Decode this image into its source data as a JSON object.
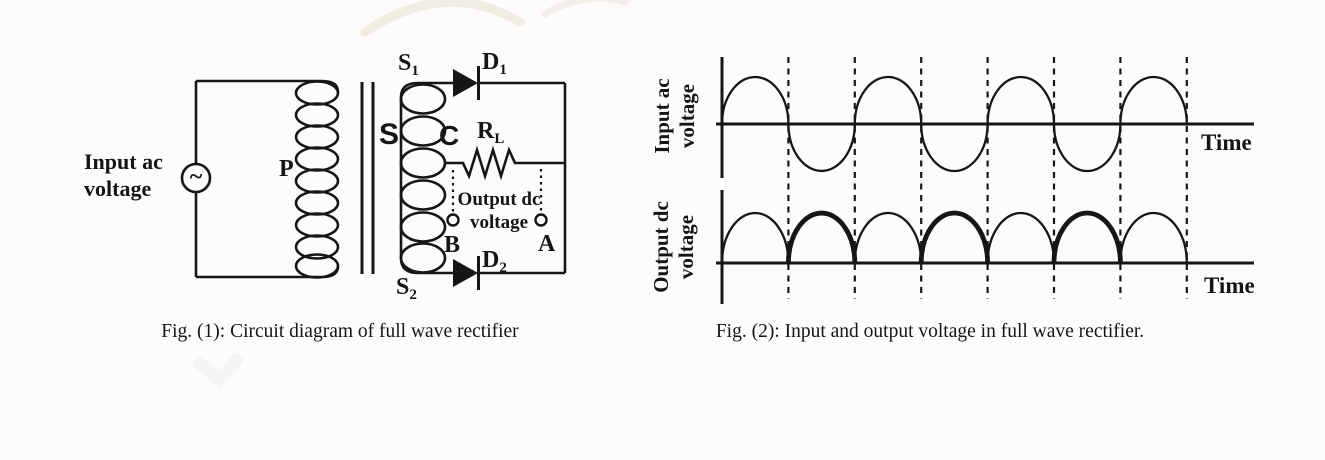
{
  "fig1": {
    "caption": "Fig. (1): Circuit diagram of full wave rectifier",
    "labels": {
      "source_line1": "Input ac",
      "source_line2": "voltage",
      "ac_symbol": "~",
      "primary_winding": "P",
      "secondary_winding": "S",
      "terminal_s1": {
        "base": "S",
        "sub": "1"
      },
      "terminal_s2": {
        "base": "S",
        "sub": "2"
      },
      "diode_d1": {
        "base": "D",
        "sub": "1"
      },
      "diode_d2": {
        "base": "D",
        "sub": "2"
      },
      "center_tap": "C",
      "load_resistor": {
        "base": "R",
        "sub": "L"
      },
      "output_line1": "Output dc",
      "output_line2": "voltage",
      "terminal_b": "B",
      "terminal_a": "A"
    }
  },
  "fig2": {
    "caption": "Fig. (2): Input and output voltage in full wave rectifier.",
    "top_graph": {
      "ylabel_line1": "Input ac",
      "ylabel_line2": "voltage",
      "xlabel": "Time"
    },
    "bottom_graph": {
      "ylabel_line1": "Output dc",
      "ylabel_line2": "voltage",
      "xlabel": "Time"
    }
  },
  "chart_data": [
    {
      "id": "input-ac-waveform",
      "type": "line",
      "title": "",
      "ylabel": "Input ac voltage",
      "xlabel": "Time",
      "waveform": "sine",
      "half_cycles": 7,
      "first_half_cycle": "positive",
      "amplitude_norm": 1,
      "y_range_norm": [
        -1,
        1
      ],
      "grid": "vertical dashed line at every half-cycle zero crossing",
      "gridline_count": 7,
      "legend": "none"
    },
    {
      "id": "output-dc-waveform",
      "type": "line",
      "title": "",
      "ylabel": "Output dc voltage",
      "xlabel": "Time",
      "waveform": "full-wave rectified sine (all half-cycles positive)",
      "half_cycles": 7,
      "amplitude_norm": 1,
      "y_range_norm": [
        0,
        1
      ],
      "grid": "shares vertical dashed gridlines with input graph",
      "style_note": "alternate half-cycle humps drawn with heavier line weight",
      "legend": "none"
    }
  ],
  "ink_color": "#161616",
  "background_color": "#fdfcfa"
}
